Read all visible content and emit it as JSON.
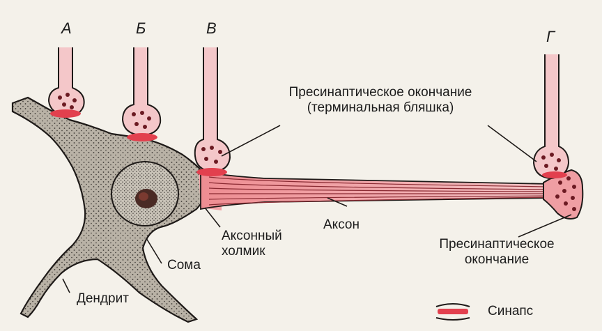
{
  "terminal_letters": [
    "А",
    "Б",
    "В",
    "Г"
  ],
  "labels": {
    "presynaptic_top_line1": "Пресинаптическое окончание",
    "presynaptic_top_line2": "(терминальная бляшка)",
    "axon": "Аксон",
    "axon_hillock_line1": "Аксонный",
    "axon_hillock_line2": "холмик",
    "soma": "Сома",
    "dendrite": "Дендрит",
    "presynaptic_bottom_line1": "Пресинаптическое",
    "presynaptic_bottom_line2": "окончание",
    "legend_synapse": "Синапс"
  },
  "colors": {
    "background": "#f4f1ea",
    "neuron_fill": "#b9b2a6",
    "stipple": "#3a3632",
    "outline": "#1e1a18",
    "synapse_red": "#e2404e",
    "pink": "#f1b3b6"
  }
}
